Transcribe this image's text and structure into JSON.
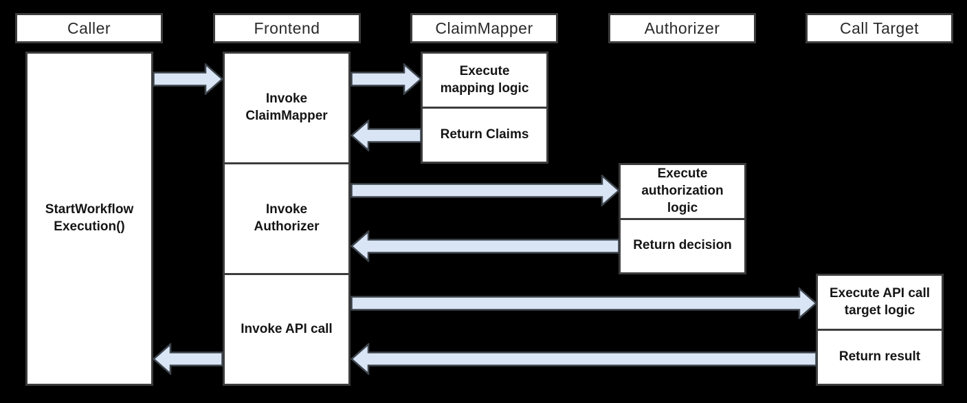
{
  "diagram_type": "sequence-diagram",
  "colors": {
    "background": "#000000",
    "box_fill": "#ffffff",
    "box_border": "#3c3c3c",
    "arrow_fill": "#d9e5f5",
    "arrow_stroke": "#3d444c",
    "text": "#151515"
  },
  "lanes": [
    {
      "id": "caller",
      "label": "Caller"
    },
    {
      "id": "frontend",
      "label": "Frontend"
    },
    {
      "id": "claimmapper",
      "label": "ClaimMapper"
    },
    {
      "id": "authorizer",
      "label": "Authorizer"
    },
    {
      "id": "call-target",
      "label": "Call Target"
    }
  ],
  "activations": {
    "caller": {
      "label": "StartWorkflow\nExecution()"
    },
    "frontend": [
      {
        "label": "Invoke\nClaimMapper"
      },
      {
        "label": "Invoke\nAuthorizer"
      },
      {
        "label": "Invoke API call"
      }
    ],
    "claimmapper": [
      {
        "label": "Execute\nmapping logic"
      },
      {
        "label": "Return Claims"
      }
    ],
    "authorizer": [
      {
        "label": "Execute\nauthorization\nlogic"
      },
      {
        "label": "Return decision"
      }
    ],
    "call_target": [
      {
        "label": "Execute API call\ntarget logic"
      },
      {
        "label": "Return result"
      }
    ]
  },
  "arrows": [
    {
      "from": "Caller",
      "to": "Frontend",
      "direction": "right"
    },
    {
      "from": "Frontend",
      "to": "ClaimMapper",
      "direction": "right"
    },
    {
      "from": "ClaimMapper",
      "to": "Frontend",
      "direction": "left"
    },
    {
      "from": "Frontend",
      "to": "Authorizer",
      "direction": "right"
    },
    {
      "from": "Authorizer",
      "to": "Frontend",
      "direction": "left"
    },
    {
      "from": "Frontend",
      "to": "Call Target",
      "direction": "right"
    },
    {
      "from": "Call Target",
      "to": "Frontend",
      "direction": "left"
    },
    {
      "from": "Frontend",
      "to": "Caller",
      "direction": "left"
    }
  ]
}
